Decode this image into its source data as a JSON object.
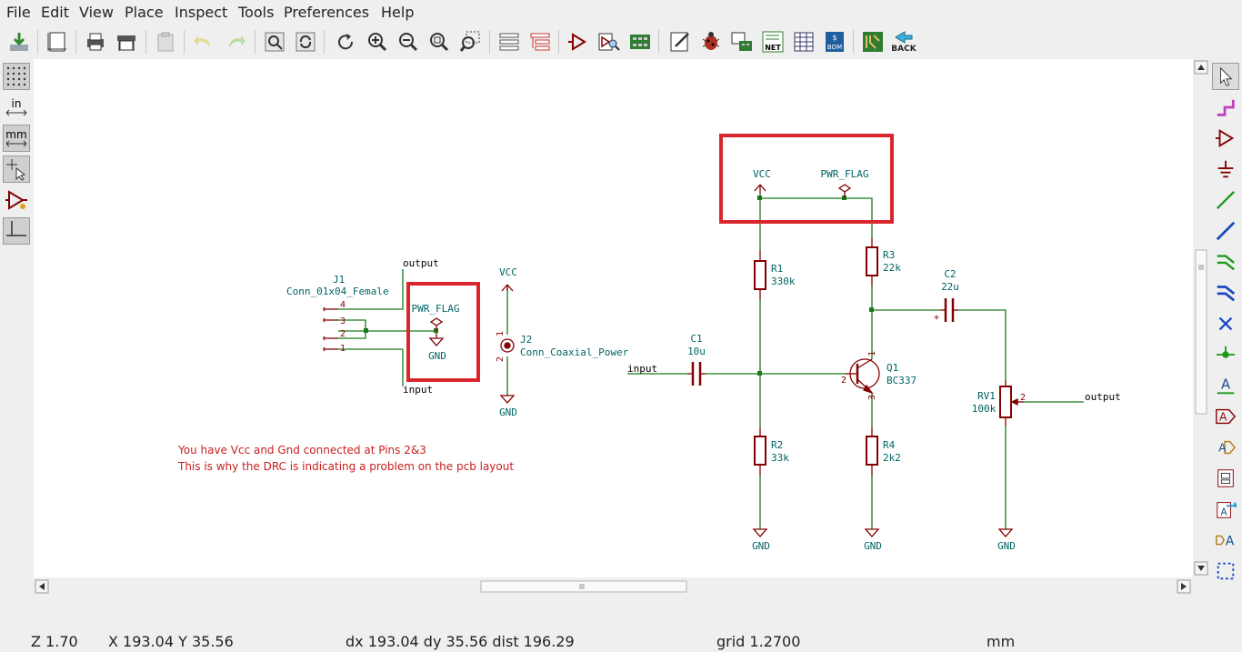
{
  "menu": {
    "file": "File",
    "edit": "Edit",
    "view": "View",
    "place": "Place",
    "inspect": "Inspect",
    "tools": "Tools",
    "preferences": "Preferences",
    "help": "Help"
  },
  "toolbar_icons": [
    "save-icon",
    "page-settings-icon",
    "print-icon",
    "plot-icon",
    "paste-icon",
    "undo-icon",
    "redo-icon",
    "find-icon",
    "find-replace-icon",
    "redraw-icon",
    "zoom-in-icon",
    "zoom-out-icon",
    "zoom-fit-icon",
    "zoom-selection-icon",
    "hierarchy-navigator-icon",
    "leave-sheet-icon",
    "symbol-editor-icon",
    "symbol-browser-icon",
    "annotate-icon",
    "erc-icon",
    "assign-footprints-icon",
    "netlist-icon",
    "bom-icon",
    "pcbnew-icon",
    "back-annotate-icon"
  ],
  "toolbar": {
    "net_label": "NET",
    "bom_label": "BOM",
    "back_label": "BACK"
  },
  "left_toolbar": {
    "units_in": "in",
    "units_mm": "mm"
  },
  "schematic": {
    "note_line1": "You have Vcc and Gnd connected at Pins 2&3",
    "note_line2": "This is why the DRC is indicating a problem on the pcb layout",
    "j1_ref": "J1",
    "j1_value": "Conn_01x04_Female",
    "j1_pins": [
      "4",
      "3",
      "2",
      "1"
    ],
    "label_output_left": "output",
    "label_input_left": "input",
    "pwr_flag_left": "PWR_FLAG",
    "gnd_left": "GND",
    "vcc_mid": "VCC",
    "j2_ref": "J2",
    "j2_value": "Conn_Coaxial_Power",
    "j2_pin1": "1",
    "j2_pin2": "2",
    "gnd_j2": "GND",
    "label_input_mid": "input",
    "c1_ref": "C1",
    "c1_value": "10u",
    "vcc_top": "VCC",
    "pwr_flag_top": "PWR_FLAG",
    "r1_ref": "R1",
    "r1_value": "330k",
    "r2_ref": "R2",
    "r2_value": "33k",
    "r3_ref": "R3",
    "r3_value": "22k",
    "r4_ref": "R4",
    "r4_value": "2k2",
    "q1_ref": "Q1",
    "q1_value": "BC337",
    "q1_pin1": "1",
    "q1_pin2": "2",
    "q1_pin3": "3",
    "c2_ref": "C2",
    "c2_value": "22u",
    "c2_plus": "+",
    "rv1_ref": "RV1",
    "rv1_value": "100k",
    "rv1_pin2": "2",
    "label_output_right": "output",
    "gnd_r2": "GND",
    "gnd_r4": "GND",
    "gnd_rv1": "GND"
  },
  "colors": {
    "wire": "#1a7a1a",
    "component": "#840000",
    "text": "#006464",
    "label": "#000000",
    "note": "#c81e1e",
    "highlight": "#d9262c"
  },
  "status": {
    "zoom": "Z 1.70",
    "xy": "X 193.04  Y 35.56",
    "delta": "dx 193.04  dy 35.56  dist 196.29",
    "grid": "grid 1.2700",
    "units": "mm"
  }
}
